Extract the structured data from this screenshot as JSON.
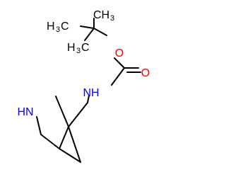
{
  "molecule": {
    "atoms": {
      "methyl_top": {
        "label": "CH",
        "sub": "3"
      },
      "methyl_left": {
        "label": "H",
        "sub": "3",
        "suffix": "C"
      },
      "methyl_bottom": {
        "label": "H",
        "sub": "3",
        "suffix": "C"
      },
      "ester_oxygen": {
        "label": "O"
      },
      "carbonyl_oxygen": {
        "label": "O"
      },
      "carbamate_nitrogen": {
        "label": "NH"
      },
      "ring_nitrogen": {
        "label": "HN"
      }
    },
    "colors": {
      "bond": "#000000",
      "oxygen": "#ff0000",
      "nitrogen": "#0000ff",
      "carbon": "#000000"
    }
  }
}
